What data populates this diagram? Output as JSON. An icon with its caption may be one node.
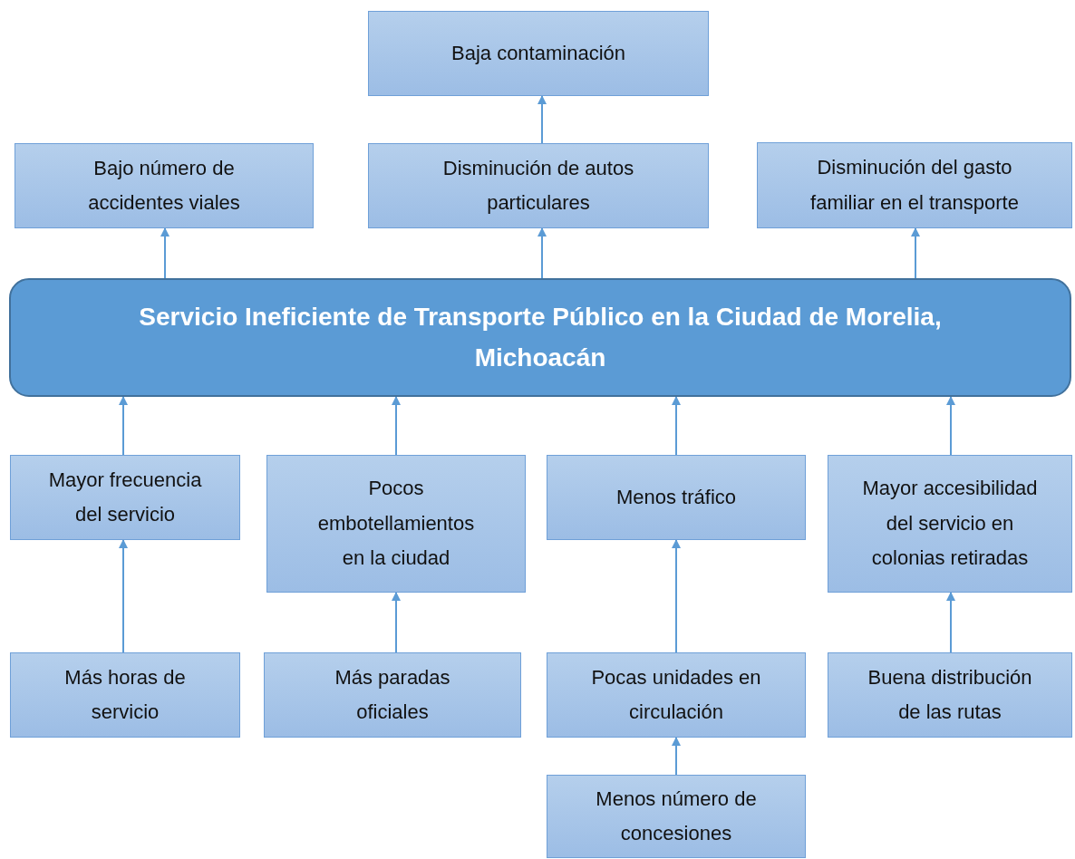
{
  "diagram": {
    "nodes": [
      {
        "text": [
          "Baja contaminación"
        ]
      },
      {
        "text": [
          "Bajo número de accidentes viales"
        ]
      },
      {
        "text": [
          "Disminución de autos particulares"
        ]
      },
      {
        "text": [
          "Disminución del gasto familiar en el transporte"
        ]
      },
      {
        "text": [
          "Servicio Ineficiente de Transporte Público en la Ciudad de Morelia, Michoacán"
        ]
      },
      {
        "text": [
          "Mayor frecuencia del servicio"
        ]
      },
      {
        "text": [
          "Pocos embotellamientos en la ciudad"
        ]
      },
      {
        "text": [
          "Menos tráfico"
        ]
      },
      {
        "text": [
          "Mayor accesibilidad del servicio en colonias retiradas"
        ]
      },
      {
        "text": [
          "Más horas de servicio"
        ]
      },
      {
        "text": [
          "Más paradas oficiales"
        ]
      },
      {
        "text": [
          "Pocas unidades en circulación"
        ]
      },
      {
        "text": [
          "Buena distribución de las rutas"
        ]
      },
      {
        "text": [
          "Menos número de concesiones"
        ]
      }
    ],
    "edges": [
      {
        "from": 2,
        "to": 0,
        "arrow": "to"
      },
      {
        "from": 4,
        "to": 1,
        "arrow": "to"
      },
      {
        "from": 4,
        "to": 2,
        "arrow": "to"
      },
      {
        "from": 4,
        "to": 3,
        "arrow": "to"
      },
      {
        "from": 5,
        "to": 4,
        "arrow": "to"
      },
      {
        "from": 6,
        "to": 4,
        "arrow": "to"
      },
      {
        "from": 7,
        "to": 4,
        "arrow": "to"
      },
      {
        "from": 8,
        "to": 4,
        "arrow": "to"
      },
      {
        "from": 9,
        "to": 5,
        "arrow": "to"
      },
      {
        "from": 10,
        "to": 6,
        "arrow": "to"
      },
      {
        "from": 11,
        "to": 7,
        "arrow": "to"
      },
      {
        "from": 12,
        "to": 8,
        "arrow": "to"
      },
      {
        "from": 13,
        "to": 11,
        "arrow": "to"
      }
    ]
  }
}
